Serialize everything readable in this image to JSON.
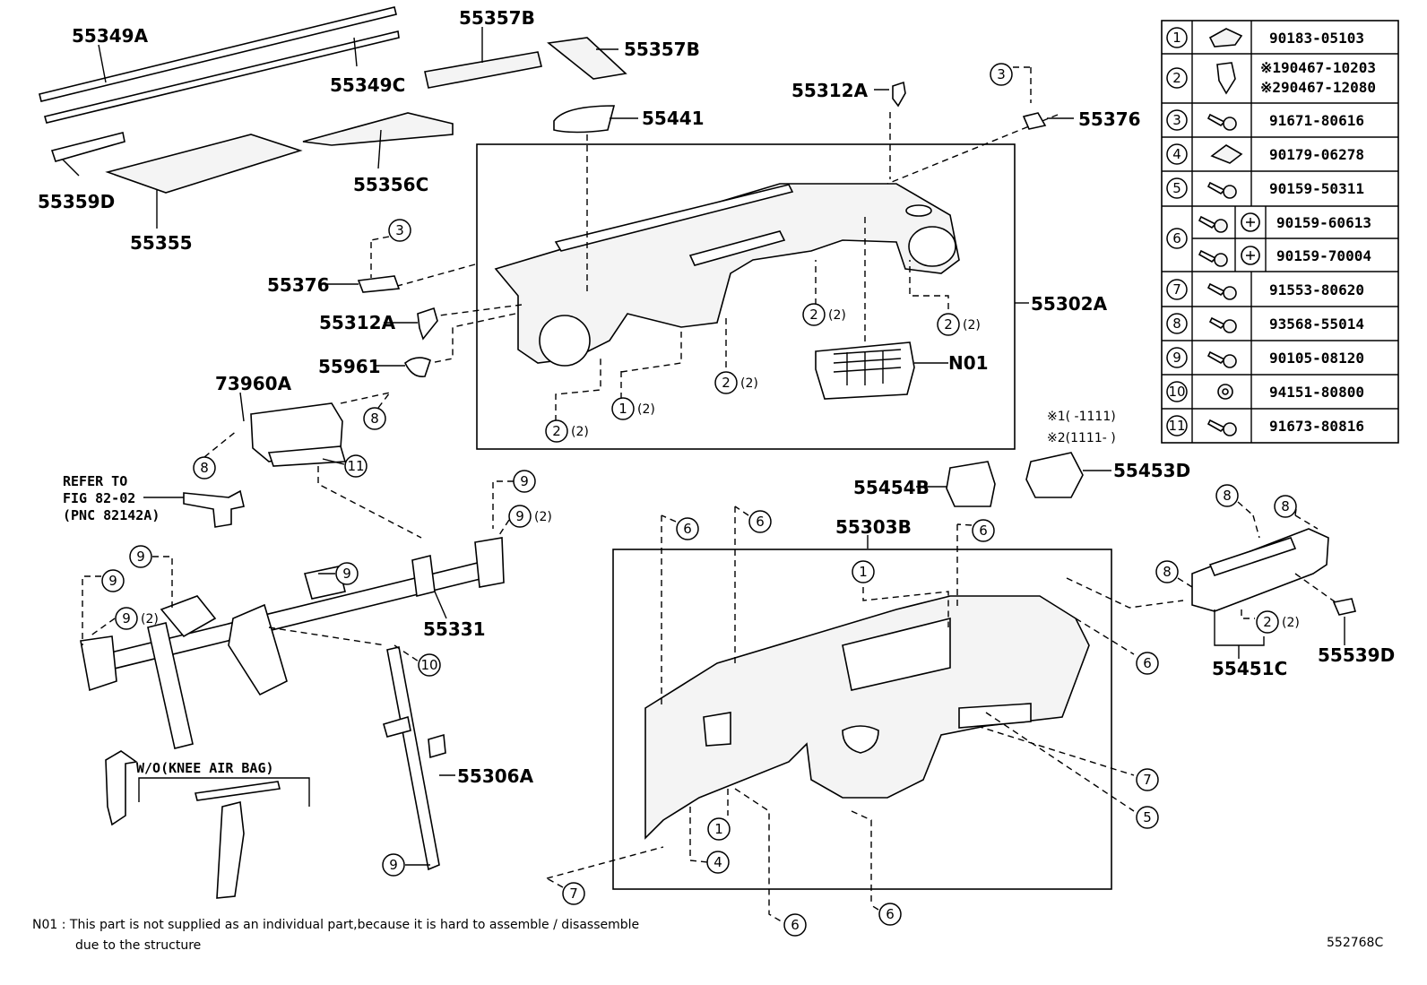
{
  "labels": {
    "l55349A": "55349A",
    "l55349C": "55349C",
    "l55359D": "55359D",
    "l55355": "55355",
    "l55357B_a": "55357B",
    "l55357B_b": "55357B",
    "l55356C": "55356C",
    "l55441": "55441",
    "l55312A_top": "55312A",
    "l55376_top": "55376",
    "l55376_left": "55376",
    "l55312A_left": "55312A",
    "l55961": "55961",
    "l55302A": "55302A",
    "lN01": "N01",
    "l73960A": "73960A",
    "l55331": "55331",
    "l55306A": "55306A",
    "l55303B": "55303B",
    "l55454B": "55454B",
    "l55453D": "55453D",
    "l55451C": "55451C",
    "l55539D": "55539D"
  },
  "refer": {
    "line1": "REFER TO",
    "line2": "FIG 82-02",
    "line3": "(PNC 82142A)"
  },
  "inset": {
    "title": "W/O(KNEE AIR BAG)"
  },
  "qty": {
    "q2": "(2)"
  },
  "callouts": {
    "c1": "1",
    "c2": "2",
    "c3": "3",
    "c4": "4",
    "c5": "5",
    "c6": "6",
    "c7": "7",
    "c8": "8",
    "c9": "9",
    "c10": "10",
    "c11": "11"
  },
  "fastener_table": {
    "rows": [
      {
        "no": "1",
        "icon": "clip-icon",
        "part": "90183-05103"
      },
      {
        "no": "2",
        "icon": "pin-icon",
        "part": "※190467-10203",
        "part2": "※290467-12080"
      },
      {
        "no": "3",
        "icon": "screw-icon",
        "part": "91671-80616"
      },
      {
        "no": "4",
        "icon": "nut-clip-icon",
        "part": "90179-06278"
      },
      {
        "no": "5",
        "icon": "screw-icon",
        "part": "90159-50311"
      },
      {
        "no": "6",
        "icon": "screw-icon",
        "part": "90159-60613",
        "part2": "90159-70004"
      },
      {
        "no": "7",
        "icon": "screw-icon",
        "part": "91553-80620"
      },
      {
        "no": "8",
        "icon": "screw-icon",
        "part": "93568-55014"
      },
      {
        "no": "9",
        "icon": "screw-icon",
        "part": "90105-08120"
      },
      {
        "no": "10",
        "icon": "nut-icon",
        "part": "94151-80800"
      },
      {
        "no": "11",
        "icon": "screw-icon",
        "part": "91673-80816"
      }
    ]
  },
  "date_notes": {
    "n1": "※1(   -1111)",
    "n2": "※2(1111-   )"
  },
  "footnote": {
    "line1": "N01 : This part is not supplied as an individual part,because it is hard to assemble / disassemble",
    "line2": "due to the structure"
  },
  "figure_code": "552768C"
}
